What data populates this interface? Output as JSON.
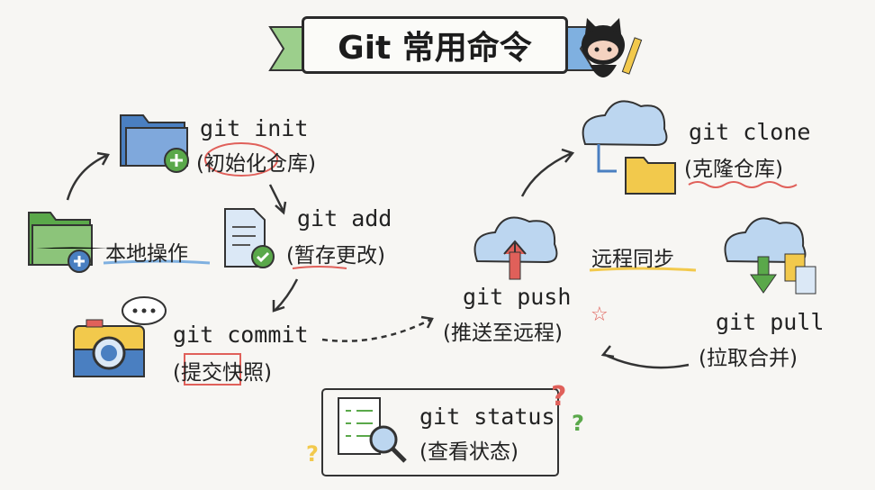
{
  "title": "Git 常用命令",
  "local_label": "本地操作",
  "remote_label": "远程同步",
  "commands": {
    "init": {
      "cmd": "git init",
      "desc": "(初始化仓库)"
    },
    "add": {
      "cmd": "git add",
      "desc": "(暂存更改)"
    },
    "commit": {
      "cmd": "git commit",
      "desc": "(提交快照)"
    },
    "push": {
      "cmd": "git push",
      "desc": "(推送至远程)"
    },
    "clone": {
      "cmd": "git clone",
      "desc": "(克隆仓库)"
    },
    "pull": {
      "cmd": "git pull",
      "desc": "(拉取合并)"
    },
    "status": {
      "cmd": "git status",
      "desc": "(查看状态)"
    }
  },
  "colors": {
    "blue": "#4a7fc1",
    "green": "#5aa84a",
    "yellow": "#f2c94c",
    "red": "#e0605a"
  }
}
